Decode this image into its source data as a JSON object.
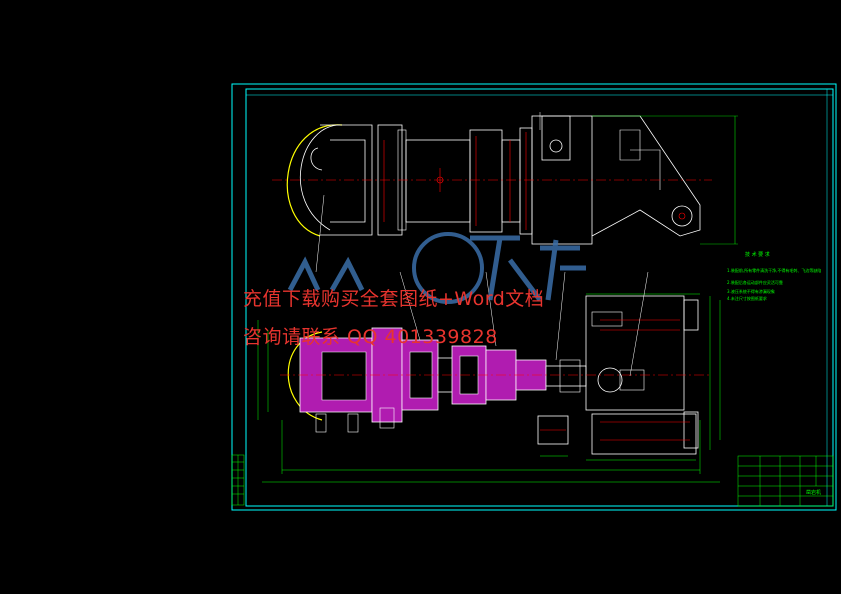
{
  "watermark": {
    "line1": "充值下载购买全套图纸+Word文档",
    "line2": "咨询请联系 QQ 401339828"
  },
  "tech_requirements": {
    "title": "技 术 要 求",
    "items": [
      "1.装配前,所有零件清洗干净,不得有毛刺、飞边等缺陷",
      "2.装配后各运动部件应灵活可靠",
      "3.液压系统不得有渗漏现象",
      "4.未注尺寸按图纸要求"
    ]
  },
  "title_block": {
    "drawing_title": "凿岩机"
  },
  "colors": {
    "background": "#000000",
    "border": "#00ffff",
    "outline": "#ffffff",
    "centerline": "#ff0000",
    "section_fill": "#b01cb0",
    "arc": "#ffff00",
    "text": "#00ff00",
    "watermark": "#e8342e",
    "logo": "#3a6ea8"
  }
}
